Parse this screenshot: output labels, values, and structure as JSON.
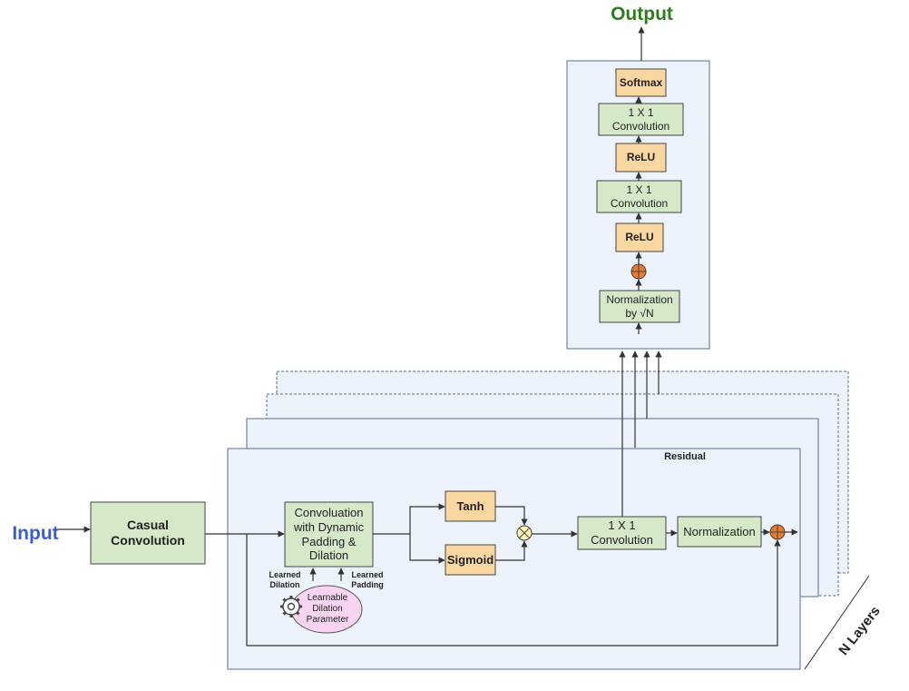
{
  "diagram": {
    "title_output": "Output",
    "title_input": "Input",
    "colors": {
      "green_box": "#d5e8c8",
      "orange_box": "#fad7a0",
      "panel": "#edf3fc",
      "pink": "#f8d4f0",
      "adder": "#e87a2e",
      "multiplier": "#fff5b0",
      "output_text": "#2e7d1a",
      "input_text": "#3a5fcd"
    },
    "nodes": {
      "casual_conv": "Casual\nConvolution",
      "dyn_conv": "Convoluation\nwith Dynamic\nPadding &\nDilation",
      "tanh": "Tanh",
      "sigmoid": "Sigmoid",
      "conv1x1_res": "1 X 1\nConvolution",
      "normalization": "Normalization",
      "softmax": "Softmax",
      "conv1x1_top": "1 X 1\nConvolution",
      "relu_top": "ReLU",
      "conv1x1_mid": "1 X 1\nConvolution",
      "relu_bottom": "ReLU",
      "norm_sqrt": "Normalization\nby √N",
      "learnable_dilation": "Learnable\nDilation\nParameter"
    },
    "labels": {
      "residual": "Residual",
      "learned_dilation": "Learned\nDilation",
      "learned_padding": "Learned\nPadding",
      "n_layers": "N Layers"
    }
  }
}
